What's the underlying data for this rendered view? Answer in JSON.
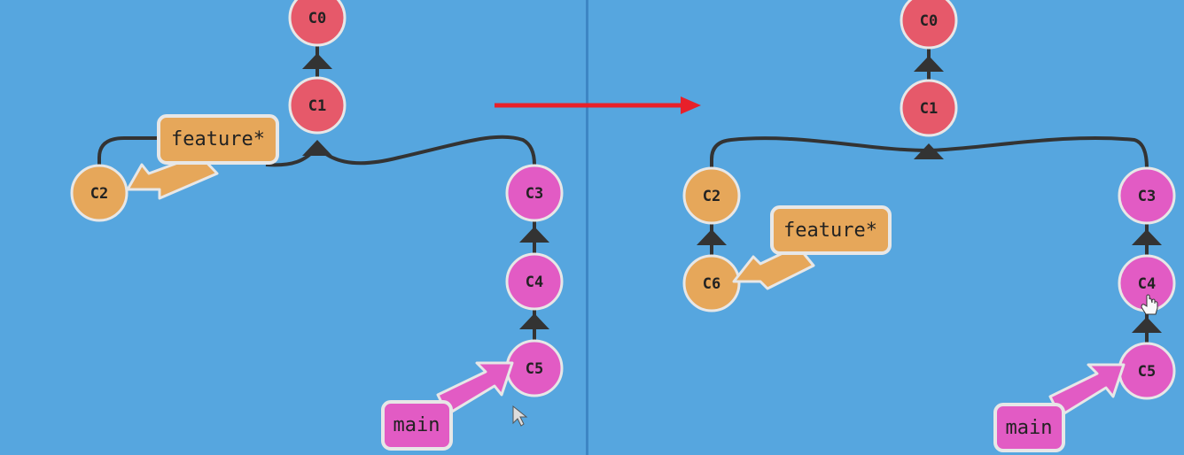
{
  "colors": {
    "background": "#56a6df",
    "divider": "#3d86c4",
    "commit_root": "#e6596a",
    "commit_feature": "#e6a75a",
    "commit_main": "#e25bc4",
    "node_stroke": "#e7e7e7",
    "edge": "#333333",
    "transition_arrow": "#e8202a"
  },
  "before": {
    "commits": {
      "c0": "C0",
      "c1": "C1",
      "c2": "C2",
      "c3": "C3",
      "c4": "C4",
      "c5": "C5"
    },
    "branches": {
      "feature": "feature*",
      "main": "main"
    }
  },
  "after": {
    "commits": {
      "c0": "C0",
      "c1": "C1",
      "c2": "C2",
      "c6": "C6",
      "c3": "C3",
      "c4": "C4",
      "c5": "C5"
    },
    "branches": {
      "feature": "feature*",
      "main": "main"
    }
  },
  "icons": {
    "pointer": "cursor-arrow-icon",
    "hand": "hand-pointer-icon"
  }
}
